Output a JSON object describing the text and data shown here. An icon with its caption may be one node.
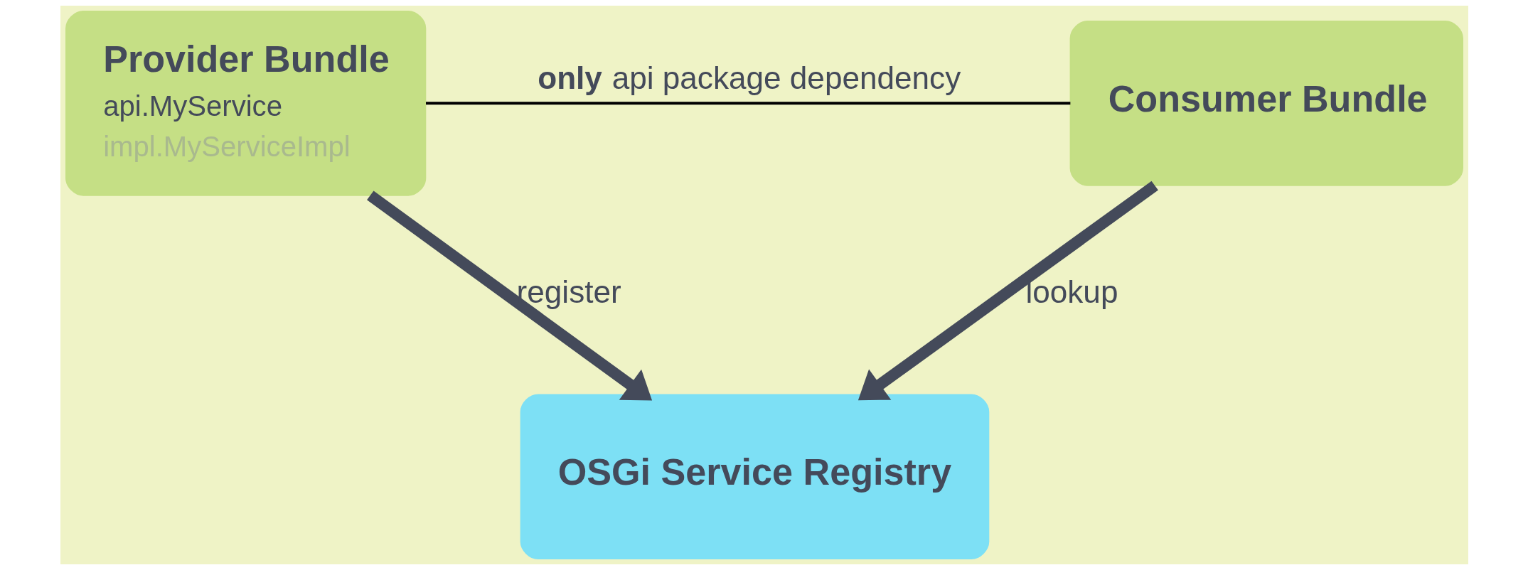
{
  "diagram": {
    "nodes": [
      {
        "text": [
          "Provider Bundle",
          "api.MyService",
          "impl.MyServiceImpl"
        ]
      },
      {
        "text": [
          "Consumer Bundle"
        ]
      },
      {
        "text": [
          "OSGi Service Registry"
        ]
      }
    ],
    "edges": [
      {
        "from": 0,
        "to": 1,
        "arrow": "none",
        "label": "**only** api package dependency",
        "color": "#000000"
      },
      {
        "from": 0,
        "to": 2,
        "arrow": "to",
        "label": "register"
      },
      {
        "from": 1,
        "to": 2,
        "arrow": "to",
        "label": "lookup"
      }
    ]
  }
}
